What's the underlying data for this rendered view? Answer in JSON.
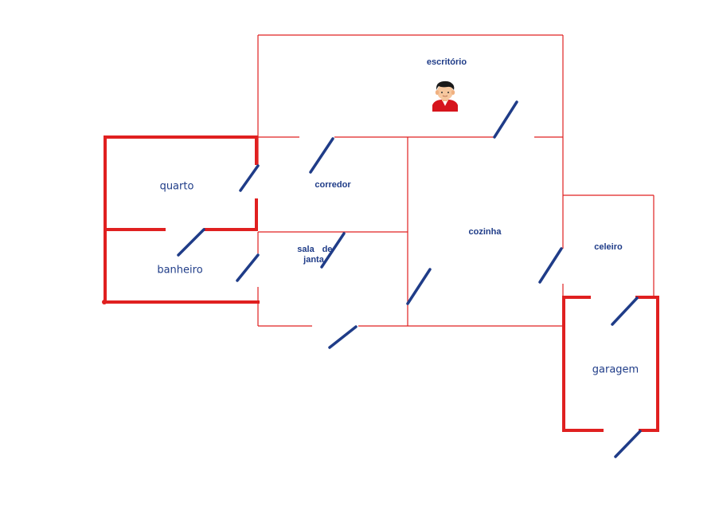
{
  "colors": {
    "wall_thin": "#e02020",
    "wall_thick": "#e02020",
    "door": "#1f3c88",
    "label": "#1f3c88"
  },
  "rooms": {
    "escritorio": "escritório",
    "corredor": "corredor",
    "cozinha": "cozinha",
    "celeiro": "celeiro",
    "quarto": "quarto",
    "banheiro": "banheiro",
    "sala_line1": "sala",
    "sala_line2": "de",
    "sala_line3": "janta",
    "garagem": "garagem"
  },
  "icons": {
    "person": "person-icon"
  }
}
